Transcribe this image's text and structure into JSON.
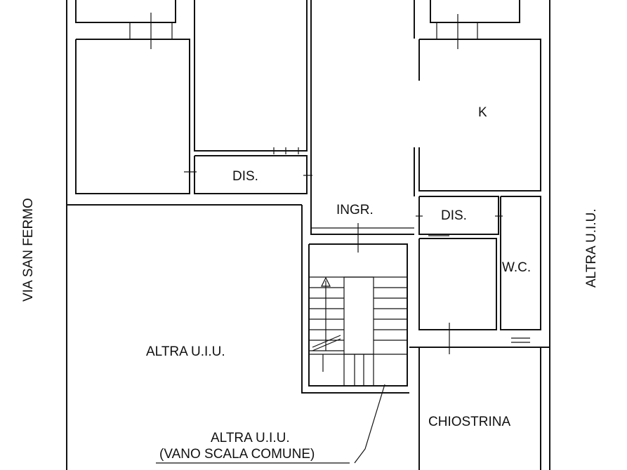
{
  "labels": {
    "street": "VIA SAN FERMO",
    "right_side": "ALTRA U.I.U.",
    "kitchen": "K",
    "dis_left": "DIS.",
    "dis_right": "DIS.",
    "entrance": "INGR.",
    "wc": "W.C.",
    "altra_uiu": "ALTRA U.I.U.",
    "stair_line1": "ALTRA U.I.U.",
    "stair_line2": "(VANO SCALA COMUNE)",
    "chiostrina": "CHIOSTRINA"
  },
  "colors": {
    "line": "#111111",
    "background": "#ffffff"
  }
}
